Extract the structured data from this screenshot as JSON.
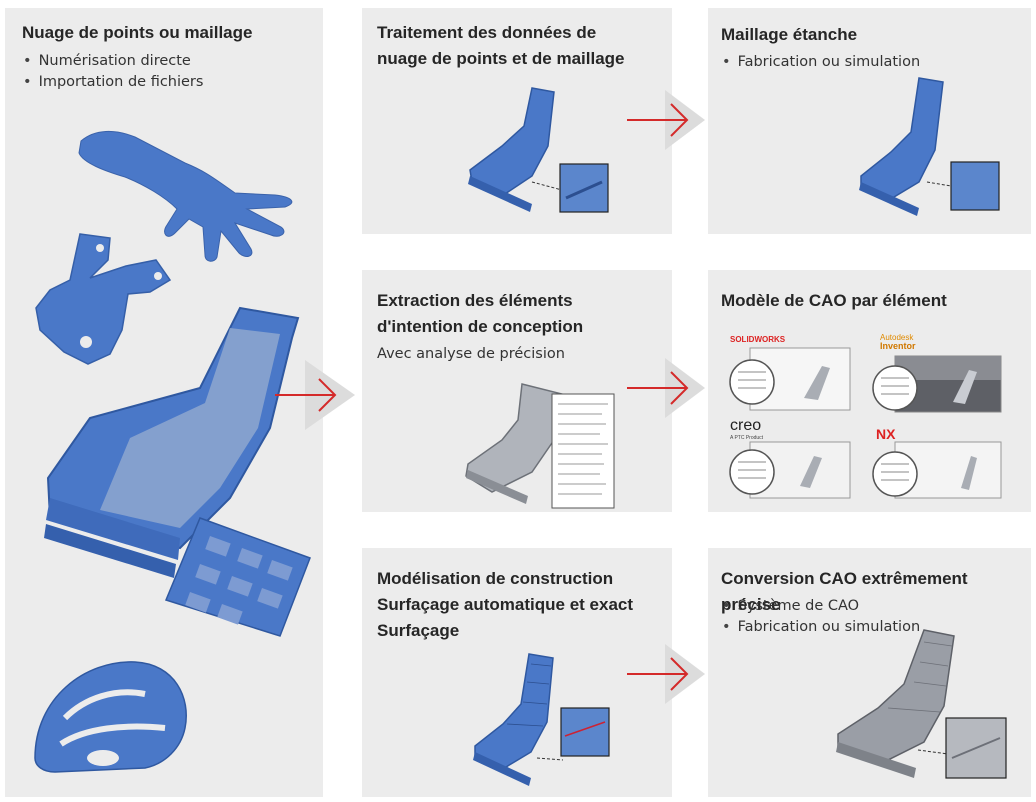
{
  "panel_left": {
    "title": "Nuage de points ou maillage",
    "bullets": [
      "Numérisation directe",
      "Importation de fichiers"
    ]
  },
  "panel_processing": {
    "title_line1": "Traitement des données de",
    "title_line2": "nuage de points et de maillage"
  },
  "panel_watertight": {
    "title": "Maillage étanche",
    "bullets": [
      "Fabrication ou simulation"
    ]
  },
  "panel_extraction": {
    "title_line1": "Extraction des éléments",
    "title_line2": "d'intention de conception",
    "subtitle": "Avec analyse de précision"
  },
  "panel_cad_model": {
    "title": "Modèle de CAO par élément",
    "logos": {
      "solidworks": "SOLIDWORKS",
      "autodesk": "Autodesk",
      "inventor": "Inventor",
      "creo": "creo",
      "creo_sub": "A PTC Product",
      "nx": "NX"
    }
  },
  "panel_modeling": {
    "title_line1": "Modélisation de construction",
    "title_line2": "Surfaçage automatique et exact",
    "title_line3": "Surfaçage"
  },
  "panel_conversion": {
    "title": "Conversion CAO extrêmement précise",
    "bullets": [
      "Système de CAO",
      "Fabrication ou simulation"
    ]
  },
  "colors": {
    "panel_bg": "#ececec",
    "arrow_red": "#d42a2a",
    "scan_blue": "#4a78c8",
    "cad_gray": "#9a9ea6"
  }
}
